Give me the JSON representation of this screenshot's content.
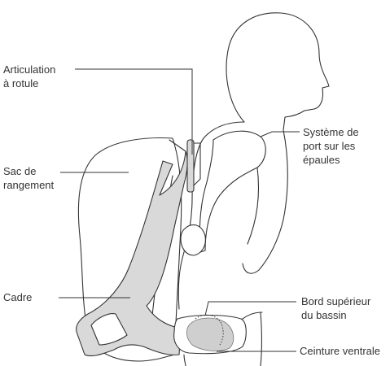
{
  "labels": {
    "articulation": [
      "Articulation",
      "à rotule"
    ],
    "shoulder_system": [
      "Système de",
      "port sur les",
      "épaules"
    ],
    "storage_bag": [
      "Sac de",
      "rangement"
    ],
    "frame": [
      "Cadre"
    ],
    "pelvis_edge": [
      "Bord supérieur",
      "du bassin"
    ],
    "waist_belt": [
      "Ceinture ventrale"
    ]
  },
  "colors": {
    "line": "#333333",
    "frame_fill": "#d9d9d9",
    "pelvis_fill": "#cfcfcf",
    "background": "#ffffff"
  }
}
